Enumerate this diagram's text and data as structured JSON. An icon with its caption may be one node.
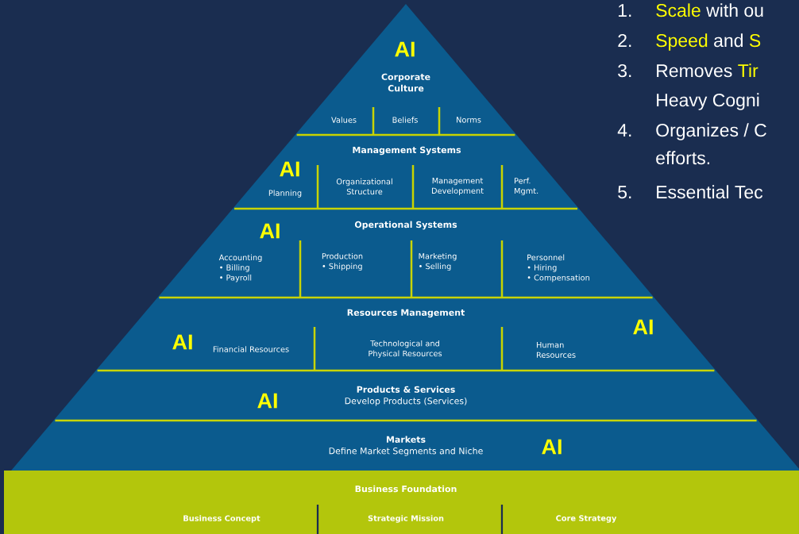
{
  "diagram": {
    "nodes": [
      {
        "text": [
          "Corporate Culture"
        ]
      },
      {
        "text": [
          "Values"
        ],
        "in": 0
      },
      {
        "text": [
          "Beliefs"
        ],
        "in": 0
      },
      {
        "text": [
          "Norms"
        ],
        "in": 0
      },
      {
        "text": [
          "Management Systems"
        ]
      },
      {
        "text": [
          "Planning"
        ],
        "in": 4
      },
      {
        "text": [
          "Organizational Structure"
        ],
        "in": 4
      },
      {
        "text": [
          "Management Development"
        ],
        "in": 4
      },
      {
        "text": [
          "Perf. Mgmt."
        ],
        "in": 4
      },
      {
        "text": [
          "Operational Systems"
        ]
      },
      {
        "text": [
          "Accounting",
          "• Billing",
          "• Payroll"
        ],
        "in": 9
      },
      {
        "text": [
          "Production",
          "• Shipping"
        ],
        "in": 9
      },
      {
        "text": [
          "Marketing",
          "• Selling"
        ],
        "in": 9
      },
      {
        "text": [
          "Personnel",
          "• Hiring",
          "• Compensation"
        ],
        "in": 9
      },
      {
        "text": [
          "Resources Management"
        ]
      },
      {
        "text": [
          "Financial Resources"
        ],
        "in": 14
      },
      {
        "text": [
          "Technological and Physical Resources"
        ],
        "in": 14
      },
      {
        "text": [
          "Human Resources"
        ],
        "in": 14
      },
      {
        "text": [
          "Products & Services",
          "Develop Products (Services)"
        ]
      },
      {
        "text": [
          "Markets",
          "Define Market Segments and Niche"
        ]
      },
      {
        "text": [
          "Business Foundation"
        ]
      },
      {
        "text": [
          "Business Concept"
        ],
        "in": 20
      },
      {
        "text": [
          "Strategic Mission"
        ],
        "in": 20
      },
      {
        "text": [
          "Core Strategy"
        ],
        "in": 20
      }
    ],
    "labels": [
      "1.",
      "Scale",
      "with ou",
      "2.",
      "Speed",
      "and",
      "S",
      "3.",
      "Removes",
      "Tir",
      "Heavy Cogni",
      "4.",
      "Organizes / C",
      "efforts.",
      "5.",
      "Essential Tec",
      "AI",
      "AI",
      "AI",
      "AI",
      "AI",
      "AI",
      "AI"
    ]
  }
}
